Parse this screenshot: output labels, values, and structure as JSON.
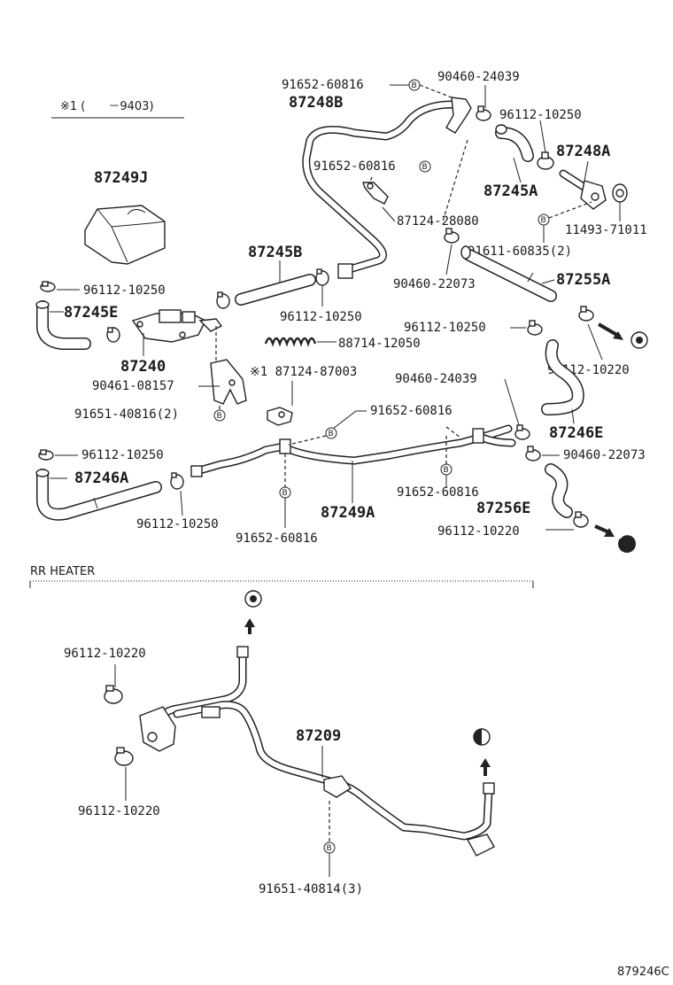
{
  "diagram": {
    "note": "※1 (　　－9403)",
    "section_label": "RR HEATER",
    "figure_code": "879246C",
    "marker_b": "B",
    "part_numbers": {
      "p91652_60816_top": "91652-60816",
      "p87248B": "87248B",
      "p90460_24039_top": "90460-24039",
      "p96112_10250_top": "96112-10250",
      "p87248A": "87248A",
      "p91652_60816_mid": "91652-60816",
      "p87245A": "87245A",
      "p87249J": "87249J",
      "p87124_28080": "87124-28080",
      "p11493_71011": "11493-71011",
      "p91611_60835": "91611-60835(2)",
      "p87245B": "87245B",
      "p90460_22073_top": "90460-22073",
      "p87255A": "87255A",
      "p96112_10250_left1": "96112-10250",
      "p87245E": "87245E",
      "p96112_10250_mid": "96112-10250",
      "p96112_10250_right": "96112-10250",
      "p88714_12050": "88714-12050",
      "p96112_10220_right": "96112-10220",
      "p87240": "87240",
      "p87124_87003": "※1 87124-87003",
      "p90461_08157": "90461-08157",
      "p90460_24039_mid": "90460-24039",
      "p91651_40816": "91651-40816(2)",
      "p91652_60816_lower": "91652-60816",
      "p87246E": "87246E",
      "p96112_10250_left2": "96112-10250",
      "p90460_22073_lower": "90460-22073",
      "p87246A": "87246A",
      "p91652_60816_low2": "91652-60816",
      "p87256E": "87256E",
      "p96112_10250_low": "96112-10250",
      "p87249A": "87249A",
      "p96112_10220_low": "96112-10220",
      "p91652_60816_bottom": "91652-60816",
      "p96112_10220_rr1": "96112-10220",
      "p87209": "87209",
      "p96112_10220_rr2": "96112-10220",
      "p91651_40814": "91651-40814(3)"
    }
  }
}
